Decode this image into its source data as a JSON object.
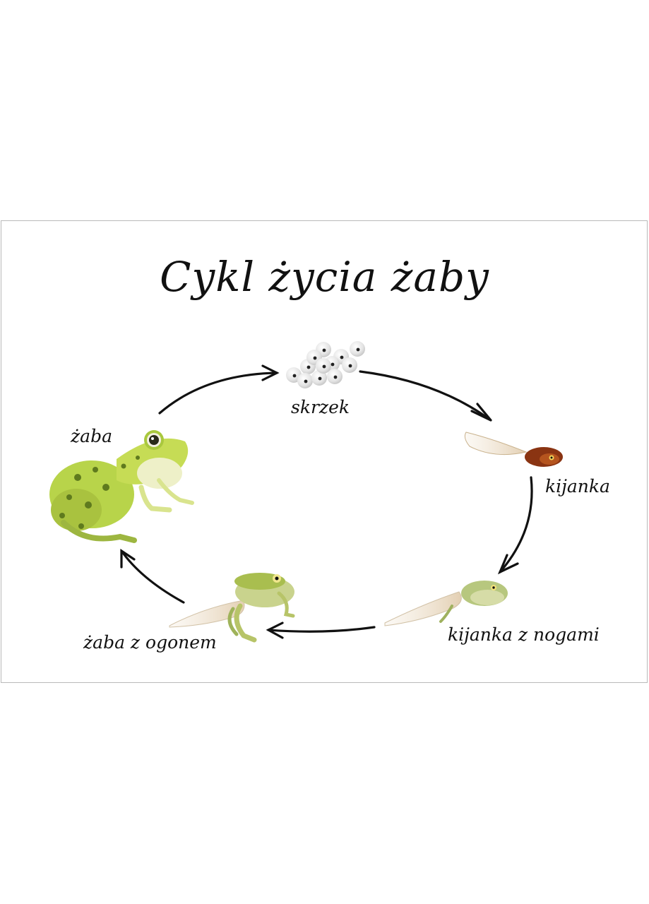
{
  "title": "Cykl życia żaby",
  "stages": {
    "eggs": "skrzek",
    "tadpole": "kijanka",
    "tadpole_with_legs": "kijanka z nogami",
    "froglet": "żaba z ogonem",
    "frog": "żaba"
  },
  "colors": {
    "frog_green": "#b8d44a",
    "frog_spots": "#5f7a1e",
    "tadpole_head": "#8a3412",
    "tail_beige": "#e8d8c0",
    "arrow": "#111111"
  }
}
